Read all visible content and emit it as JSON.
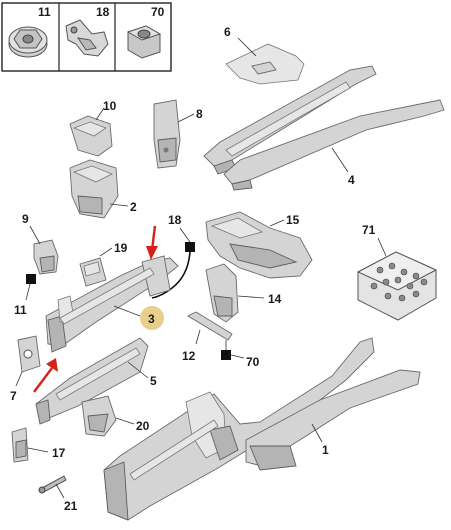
{
  "legend_box": {
    "items": [
      {
        "number": "11",
        "icon": "flanged-nut-icon"
      },
      {
        "number": "18",
        "icon": "bracket-clip-icon"
      },
      {
        "number": "70",
        "icon": "hex-nut-icon"
      }
    ]
  },
  "callouts": {
    "c1": "1",
    "c2": "2",
    "c3": "3",
    "c4": "4",
    "c5": "5",
    "c6": "6",
    "c7": "7",
    "c8": "8",
    "c9": "9",
    "c10": "10",
    "c11": "11",
    "c12": "12",
    "c14": "14",
    "c15": "15",
    "c17": "17",
    "c18": "18",
    "c19": "19",
    "c20": "20",
    "c21": "21",
    "c70": "70",
    "c71": "71"
  },
  "colors": {
    "highlight": "#e8cf8c",
    "arrow": "#d8201a",
    "part_fill": "#d4d4d4",
    "outline": "#6a6a6a"
  }
}
